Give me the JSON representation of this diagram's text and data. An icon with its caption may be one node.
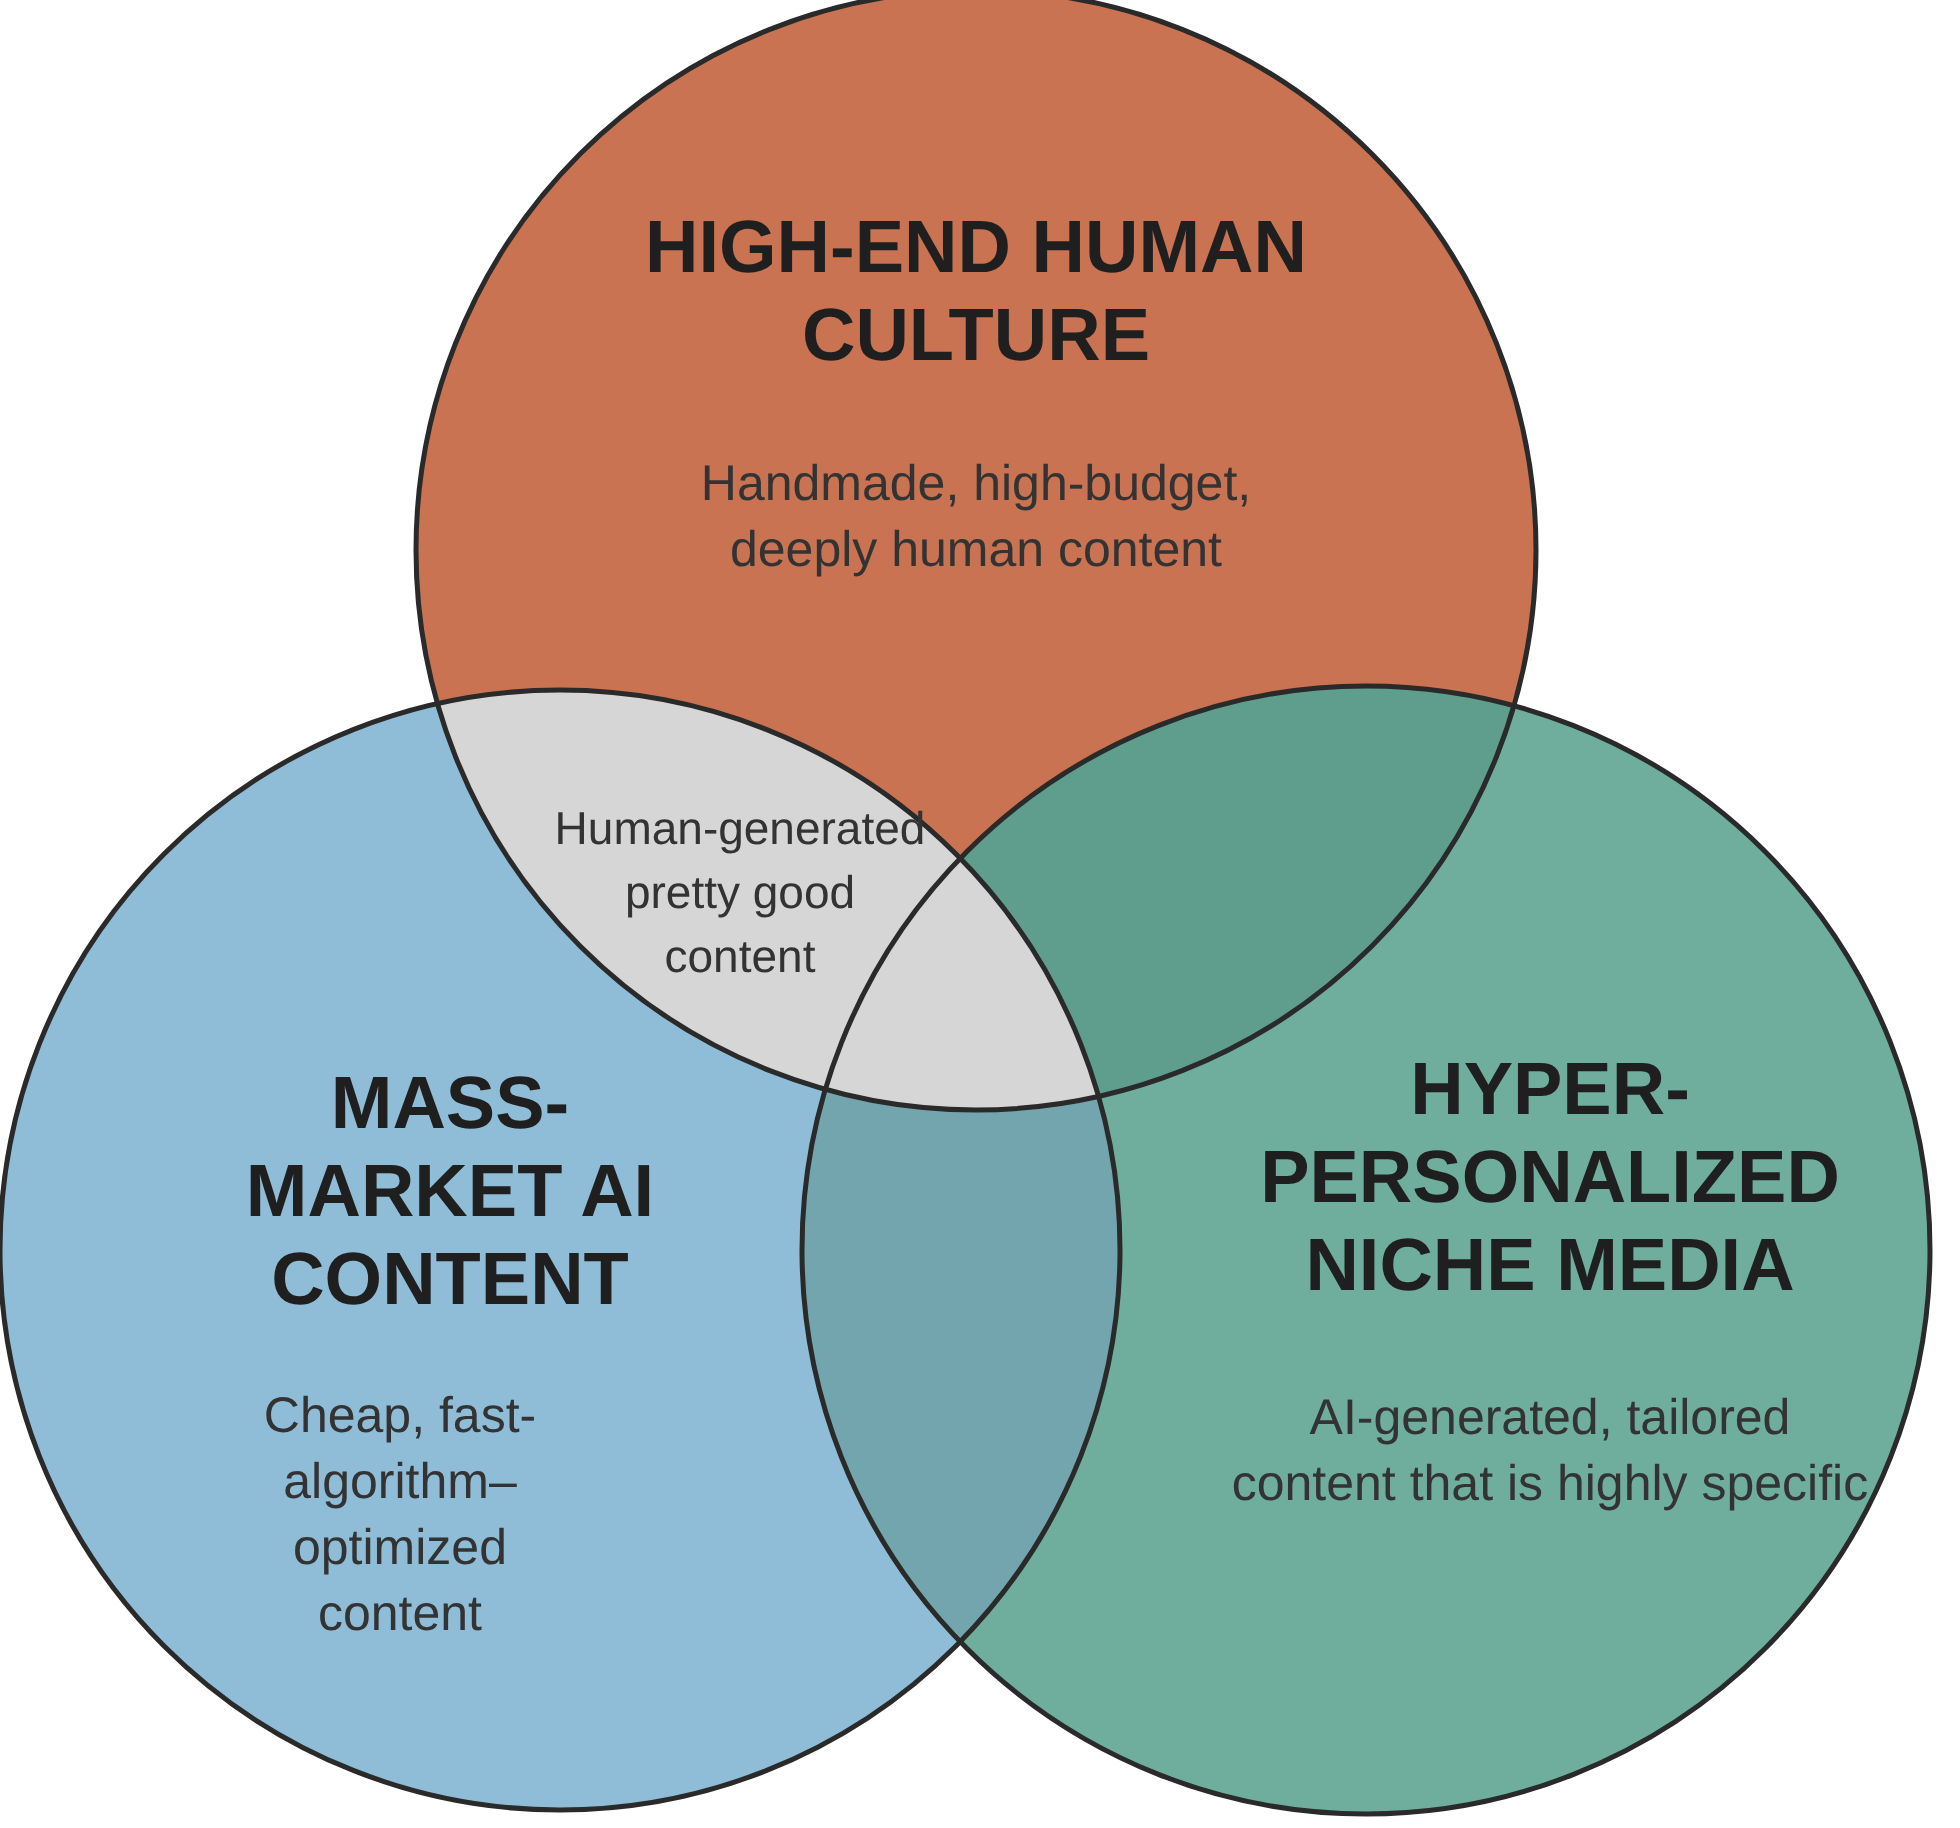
{
  "diagram": {
    "nodes": [
      {
        "text": [
          "HIGH-END HUMAN CULTURE",
          "Handmade, high-budget, deeply human content"
        ]
      },
      {
        "text": [
          "MASS-MARKET AI CONTENT",
          "Cheap, fast-algorithm–optimized content"
        ]
      },
      {
        "text": [
          "HYPER-PERSONALIZED NICHE MEDIA",
          "AI-generated, tailored content that is highly specific"
        ]
      },
      {
        "text": [
          "Human-generated pretty good content"
        ]
      }
    ]
  }
}
